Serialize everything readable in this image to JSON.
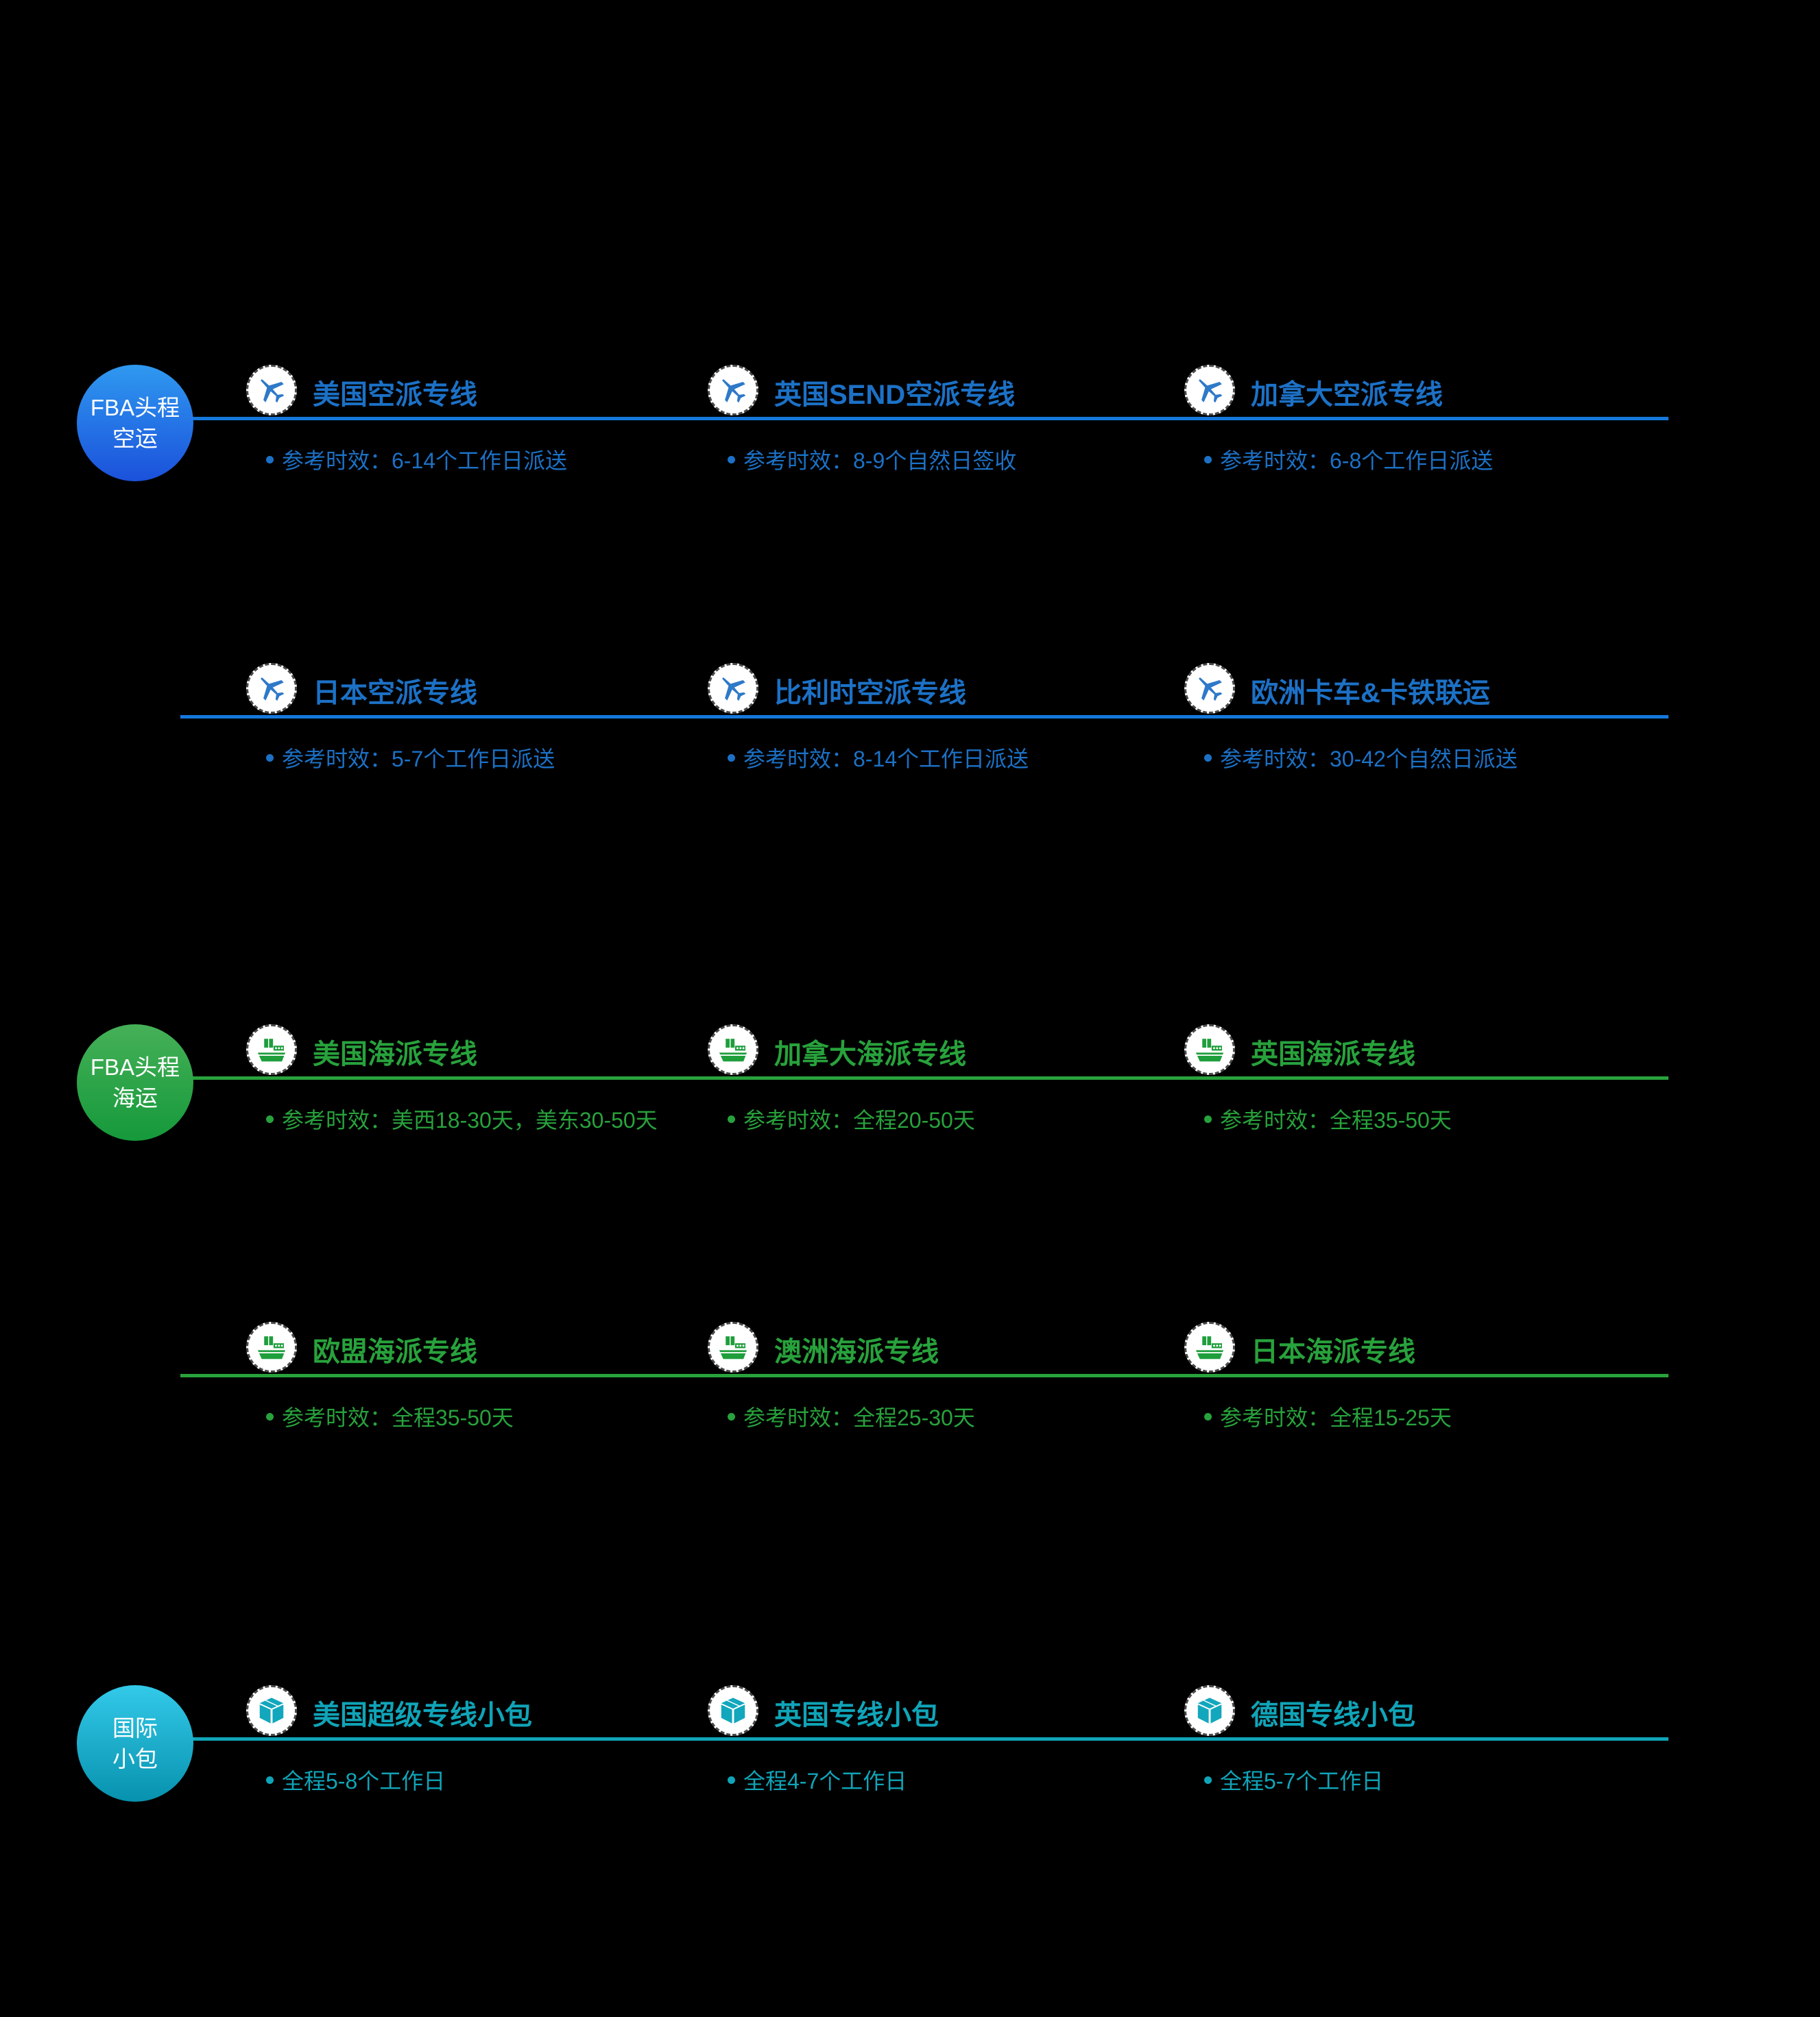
{
  "page": {
    "background": "#000000"
  },
  "sections": [
    {
      "id": "fba-air",
      "badge": {
        "line1": "FBA头程",
        "line2": "空运",
        "gradient_top": "#2F99F0",
        "gradient_bottom": "#1B51DB"
      },
      "icon": "plane-icon",
      "icon_color": "#2E79C8",
      "text_color": "#1C71C6",
      "line_color": "#1578DC",
      "rows": [
        {
          "items": [
            {
              "title": "美国空派专线",
              "time": "参考时效：6-14个工作日派送"
            },
            {
              "title": "英国SEND空派专线",
              "time": "参考时效：8-9个自然日签收"
            },
            {
              "title": "加拿大空派专线",
              "time": "参考时效：6-8个工作日派送"
            }
          ]
        },
        {
          "items": [
            {
              "title": "日本空派专线",
              "time": "参考时效：5-7个工作日派送"
            },
            {
              "title": "比利时空派专线",
              "time": "参考时效：8-14个工作日派送"
            },
            {
              "title": "欧洲卡车&卡铁联运",
              "time": "参考时效：30-42个自然日派送"
            }
          ]
        }
      ]
    },
    {
      "id": "fba-sea",
      "badge": {
        "line1": "FBA头程",
        "line2": "海运",
        "gradient_top": "#46B057",
        "gradient_bottom": "#15993B"
      },
      "icon": "ship-icon",
      "icon_color": "#1F9E3C",
      "text_color": "#28A23C",
      "line_color": "#28A23C",
      "rows": [
        {
          "items": [
            {
              "title": "美国海派专线",
              "time": "参考时效：美西18-30天，美东30-50天"
            },
            {
              "title": "加拿大海派专线",
              "time": "参考时效：全程20-50天"
            },
            {
              "title": "英国海派专线",
              "time": "参考时效：全程35-50天"
            }
          ]
        },
        {
          "items": [
            {
              "title": "欧盟海派专线",
              "time": "参考时效：全程35-50天"
            },
            {
              "title": "澳洲海派专线",
              "time": "参考时效：全程25-30天"
            },
            {
              "title": "日本海派专线",
              "time": "参考时效：全程15-25天"
            }
          ]
        }
      ]
    },
    {
      "id": "intl-packet",
      "badge": {
        "line1": "国际",
        "line2": "小包",
        "gradient_top": "#33C9E9",
        "gradient_bottom": "#0792AE"
      },
      "icon": "package-icon",
      "icon_color": "#12A7BD",
      "text_color": "#10A4B8",
      "line_color": "#10A4B8",
      "rows": [
        {
          "items": [
            {
              "title": "美国超级专线小包",
              "time": "全程5-8个工作日"
            },
            {
              "title": "英国专线小包",
              "time": "全程4-7个工作日"
            },
            {
              "title": "德国专线小包",
              "time": "全程5-7个工作日"
            }
          ]
        }
      ]
    }
  ]
}
